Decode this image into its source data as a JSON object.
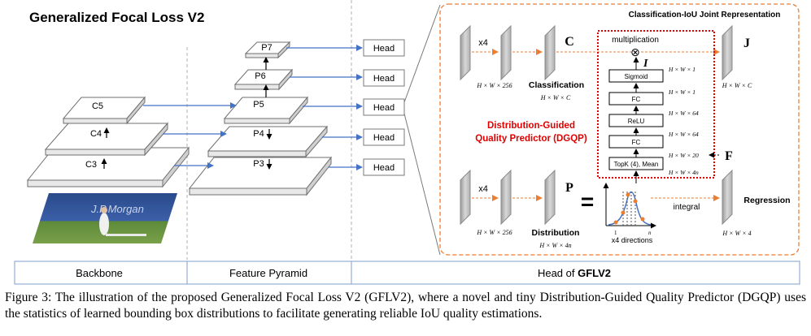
{
  "title": "Generalized Focal Loss V2",
  "backbone": {
    "c5": "C5",
    "c4": "C4",
    "c3": "C3",
    "photo_text": "J.P.Morgan"
  },
  "pyramid": {
    "p7": "P7",
    "p6": "P6",
    "p5": "P5",
    "p4": "P4",
    "p3": "P3"
  },
  "heads": [
    "Head",
    "Head",
    "Head",
    "Head",
    "Head"
  ],
  "cls_branch": {
    "header": "Classification-IoU Joint Representation",
    "x4": "x4",
    "label_c": "C",
    "label_j": "J",
    "dim_in": "H × W × 256",
    "classification": "Classification",
    "classification_dim": "H × W × C",
    "multiplication": "multiplication",
    "mult_symbol": "⊗",
    "label_i": "I",
    "j_dim": "H × W × C"
  },
  "dgqp": {
    "title_line1": "Distribution-Guided",
    "title_line2": "Quality Predictor (DGQP)",
    "layers": [
      "Sigmoid",
      "FC",
      "ReLU",
      "FC",
      "TopK (4), Mean"
    ],
    "dims": [
      "H × W × 1",
      "H × W × 1",
      "H × W × 64",
      "H × W × 64",
      "H × W × 20",
      "H × W × 4n"
    ],
    "label_f": "F"
  },
  "reg_branch": {
    "x4": "x4",
    "label_p": "P",
    "equals": "=",
    "dim_in": "H × W × 256",
    "distribution": "Distribution",
    "distribution_dim": "H × W × 4n",
    "integral": "integral",
    "x4_directions": "x4 directions",
    "axis_1": "1",
    "axis_n": "n",
    "regression": "Regression",
    "regression_dim": "H × W × 4"
  },
  "bottom_bar": {
    "backbone": "Backbone",
    "pyramid": "Feature Pyramid",
    "head_prefix": "Head of ",
    "head_bold": "GFLV2"
  },
  "caption": {
    "prefix": "Figure 3:",
    "text": "The illustration of the proposed Generalized Focal Loss V2 (GFLV2), where a novel and tiny Distribution-Guided Quality Predictor (DGQP) uses the statistics of learned bounding box distributions to facilitate generating reliable IoU quality estimations."
  },
  "colors": {
    "arrow_blue": "#4472c4",
    "arrow_orange": "#ed7d31",
    "dgqp_red": "#e00000",
    "bar_border": "#7f9fd0",
    "slab": "#c8c8c8"
  }
}
